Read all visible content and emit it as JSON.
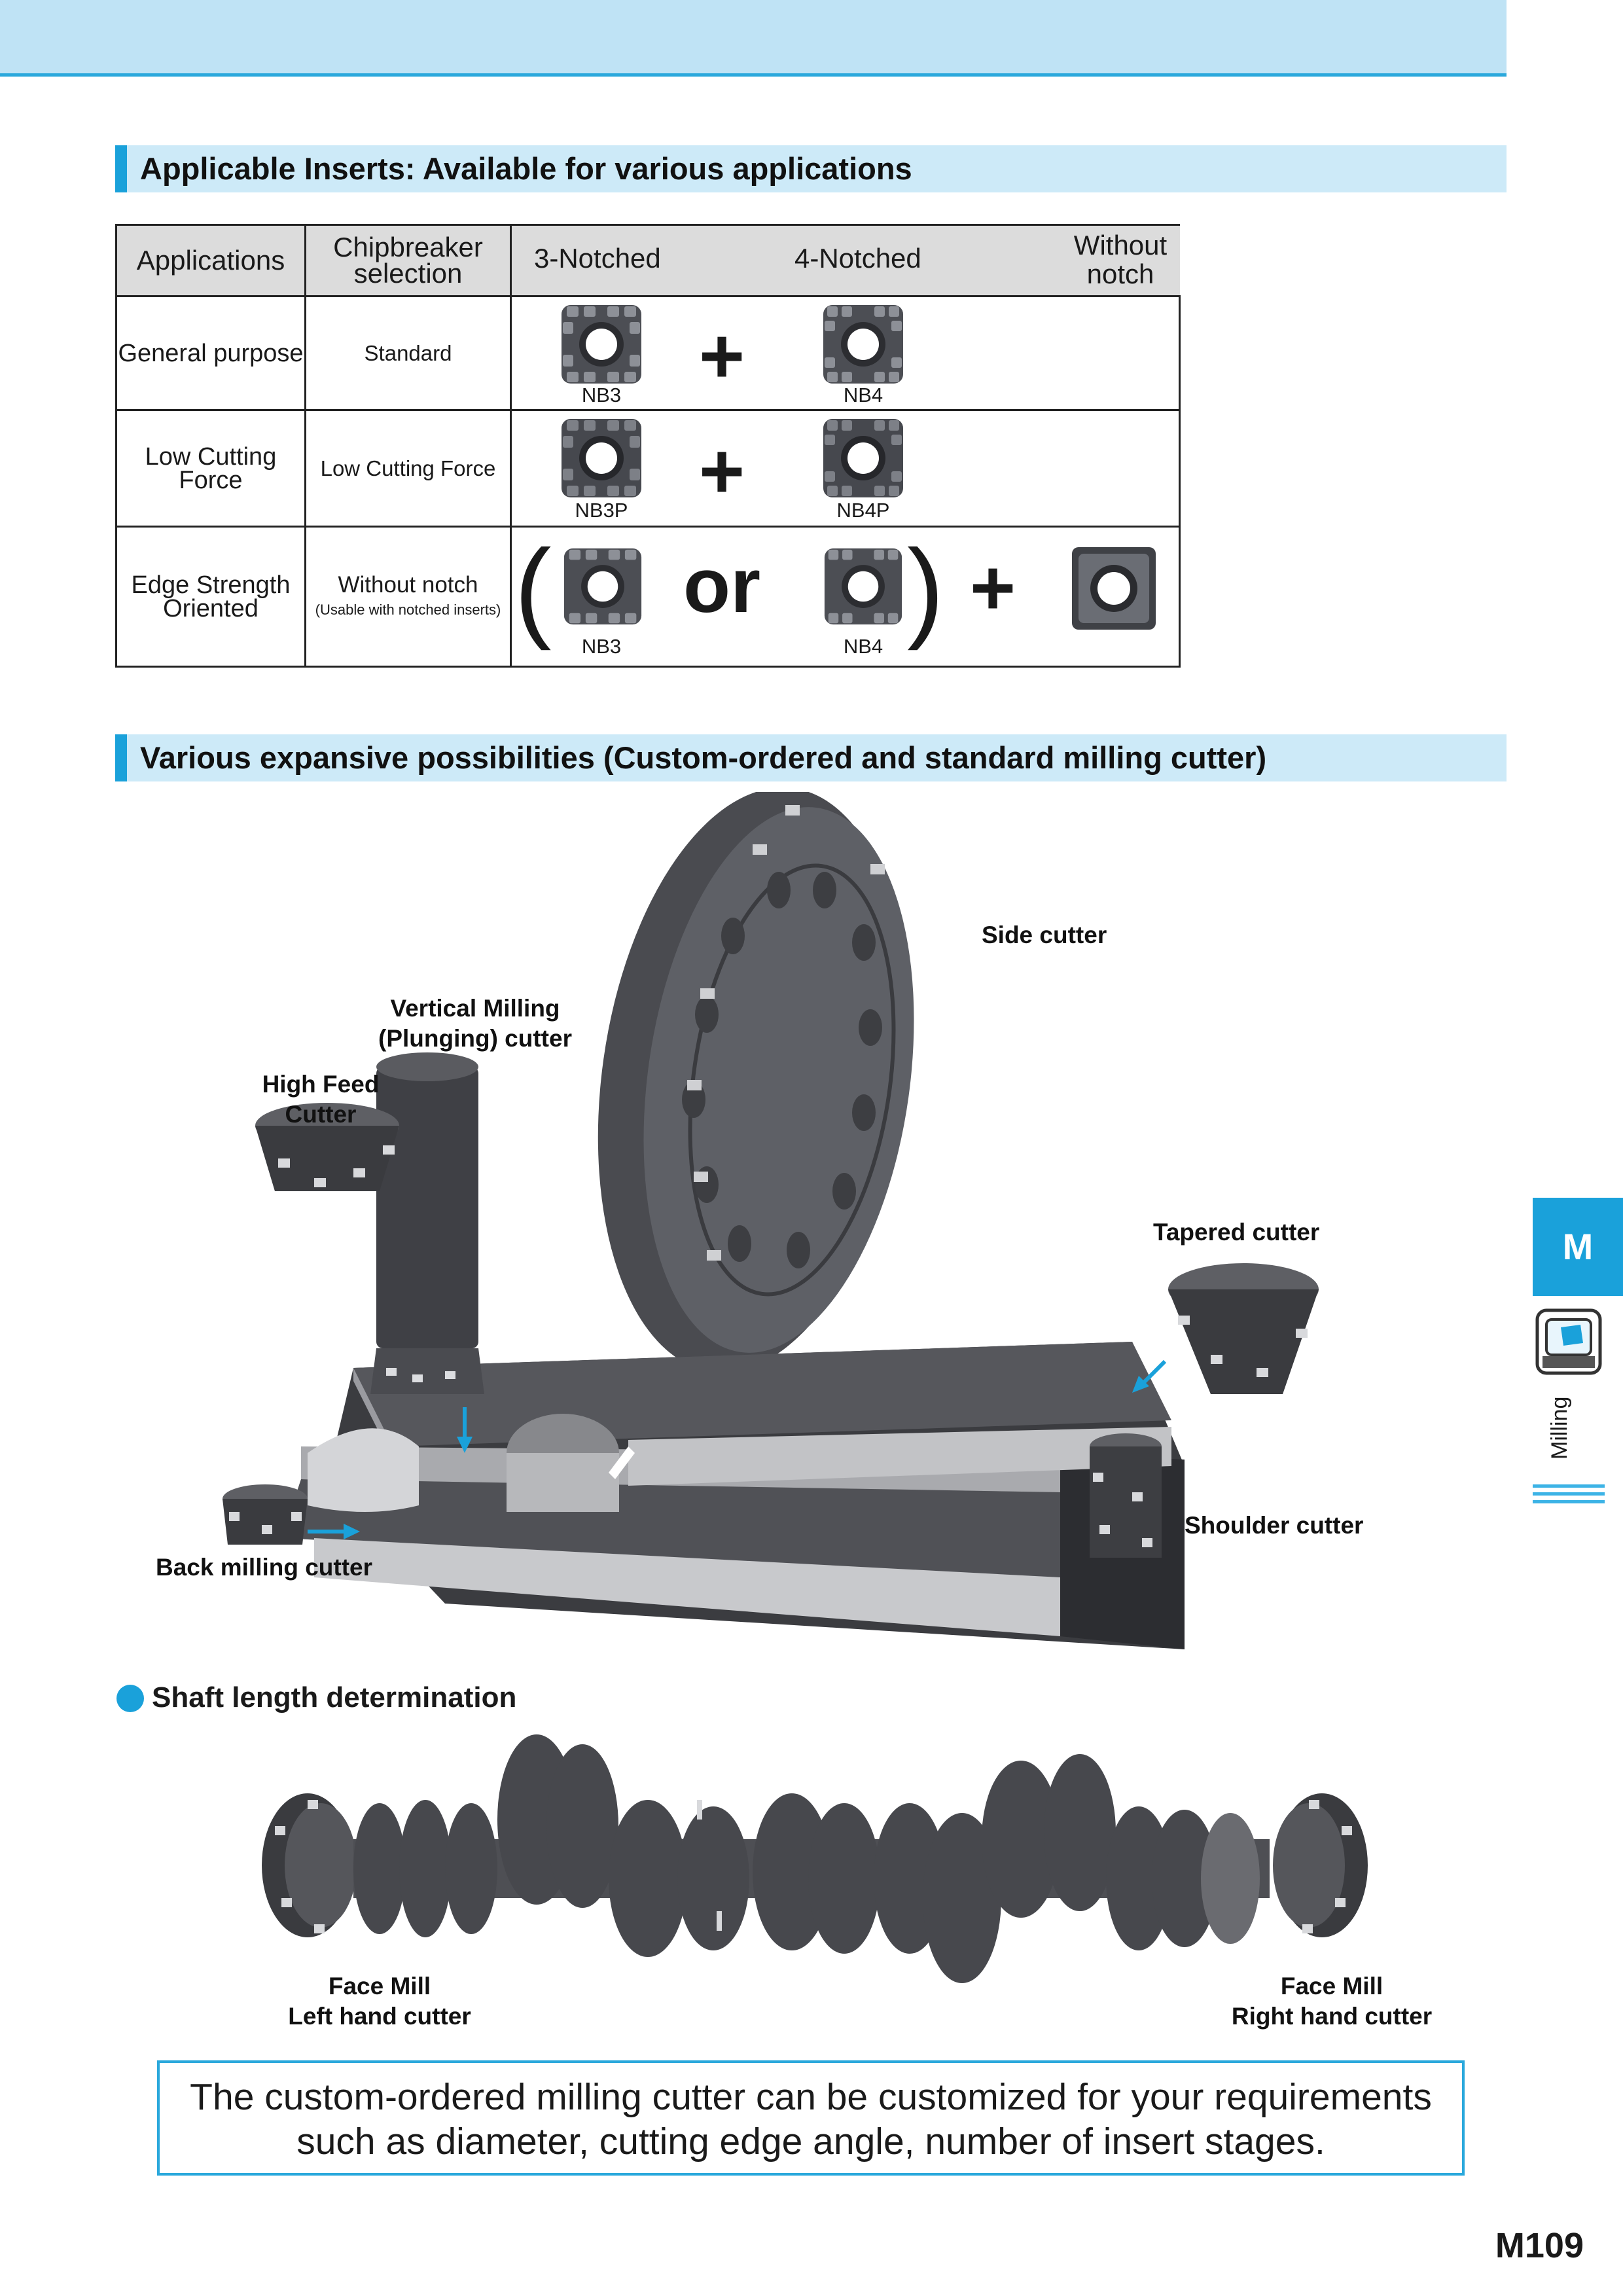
{
  "header": {
    "accent_color": "#1aa1da",
    "bar_color": "#bfe3f5"
  },
  "section1": {
    "title": "Applicable Inserts: Available for various applications"
  },
  "table": {
    "headers": {
      "applications": "Applications",
      "chipbreaker_1": "Chipbreaker",
      "chipbreaker_2": "selection",
      "notched3": "3-Notched",
      "notched4": "4-Notched",
      "without_1": "Without",
      "without_2": "notch"
    },
    "rows": [
      {
        "app_1": "General purpose",
        "app_2": "",
        "chip_1": "Standard",
        "chip_2": "",
        "code3": "NB3",
        "code4": "NB4"
      },
      {
        "app_1": "Low Cutting",
        "app_2": "Force",
        "chip_1": "Low Cutting Force",
        "chip_2": "",
        "code3": "NB3P",
        "code4": "NB4P"
      },
      {
        "app_1": "Edge Strength",
        "app_2": "Oriented",
        "chip_1": "Without notch",
        "chip_2": "(Usable with notched inserts)",
        "code3": "NB3",
        "code4": "NB4"
      }
    ],
    "symbols": {
      "plus": "+",
      "or": "or",
      "open": "(",
      "close": ")"
    }
  },
  "section2": {
    "title": "Various expansive possibilities (Custom-ordered and standard milling cutter)"
  },
  "labels": {
    "side_cutter": "Side cutter",
    "vertical_1": "Vertical Milling",
    "vertical_2": "(Plunging) cutter",
    "highfeed_1": "High Feed",
    "highfeed_2": "Cutter",
    "tapered": "Tapered cutter",
    "shoulder": "Shoulder cutter",
    "back": "Back milling cutter"
  },
  "shaft": {
    "title": "Shaft length determination",
    "left_1": "Face Mill",
    "left_2": "Left hand cutter",
    "right_1": "Face Mill",
    "right_2": "Right hand cutter"
  },
  "sidetab": {
    "letter": "M",
    "category": "Milling"
  },
  "note": {
    "line1": "The custom-ordered milling cutter can be customized for your requirements",
    "line2": "such as diameter, cutting edge angle, number of insert stages."
  },
  "page_number": "M109"
}
